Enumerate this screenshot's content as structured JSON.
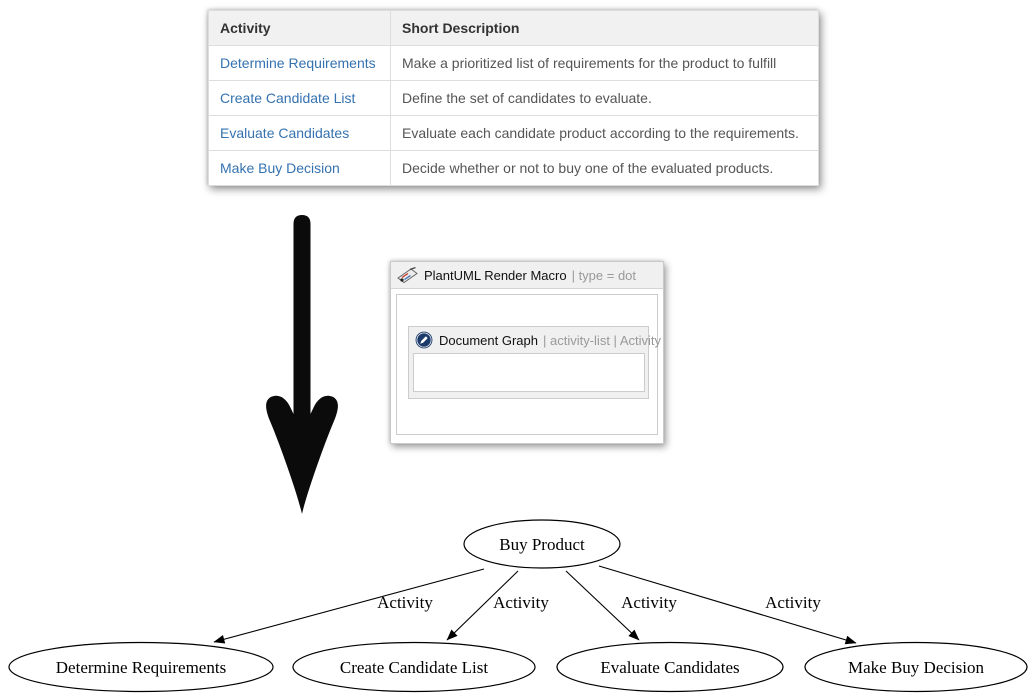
{
  "activity_table": {
    "columns": [
      "Activity",
      "Short Description"
    ],
    "rows": [
      {
        "activity": "Determine Requirements",
        "description": "Make a prioritized list of requirements for the product to fulfill"
      },
      {
        "activity": "Create Candidate List",
        "description": "Define the set of candidates to evaluate."
      },
      {
        "activity": "Evaluate Candidates",
        "description": "Evaluate each candidate product according to the requirements."
      },
      {
        "activity": "Make Buy Decision",
        "description": "Decide whether or not to buy one of the evaluated products."
      }
    ]
  },
  "macro_panel": {
    "title": "PlantUML Render Macro",
    "meta": "| type = dot",
    "nested_macro": {
      "title": "Document Graph",
      "meta": "| activity-list | Activity"
    }
  },
  "graph": {
    "type": "directed-graph",
    "root": {
      "label": "Buy Product"
    },
    "nodes": [
      "Determine Requirements",
      "Create Candidate List",
      "Evaluate Candidates",
      "Make Buy Decision"
    ],
    "edges": [
      {
        "label": "Activity",
        "from": "Buy Product",
        "to": "Determine Requirements"
      },
      {
        "label": "Activity",
        "from": "Buy Product",
        "to": "Create Candidate List"
      },
      {
        "label": "Activity",
        "from": "Buy Product",
        "to": "Evaluate Candidates"
      },
      {
        "label": "Activity",
        "from": "Buy Product",
        "to": "Make Buy Decision"
      }
    ]
  },
  "colors": {
    "link_blue": "#3572b0",
    "table_header_bg": "#f1f1f1",
    "table_border": "#dddddd",
    "panel_header_bg": "#f0f0f0",
    "panel_border": "#cccccc",
    "doc_graph_icon_navy": "#1b3a6b",
    "graph_stroke": "#000000",
    "arrow_black": "#0b0b0b"
  }
}
